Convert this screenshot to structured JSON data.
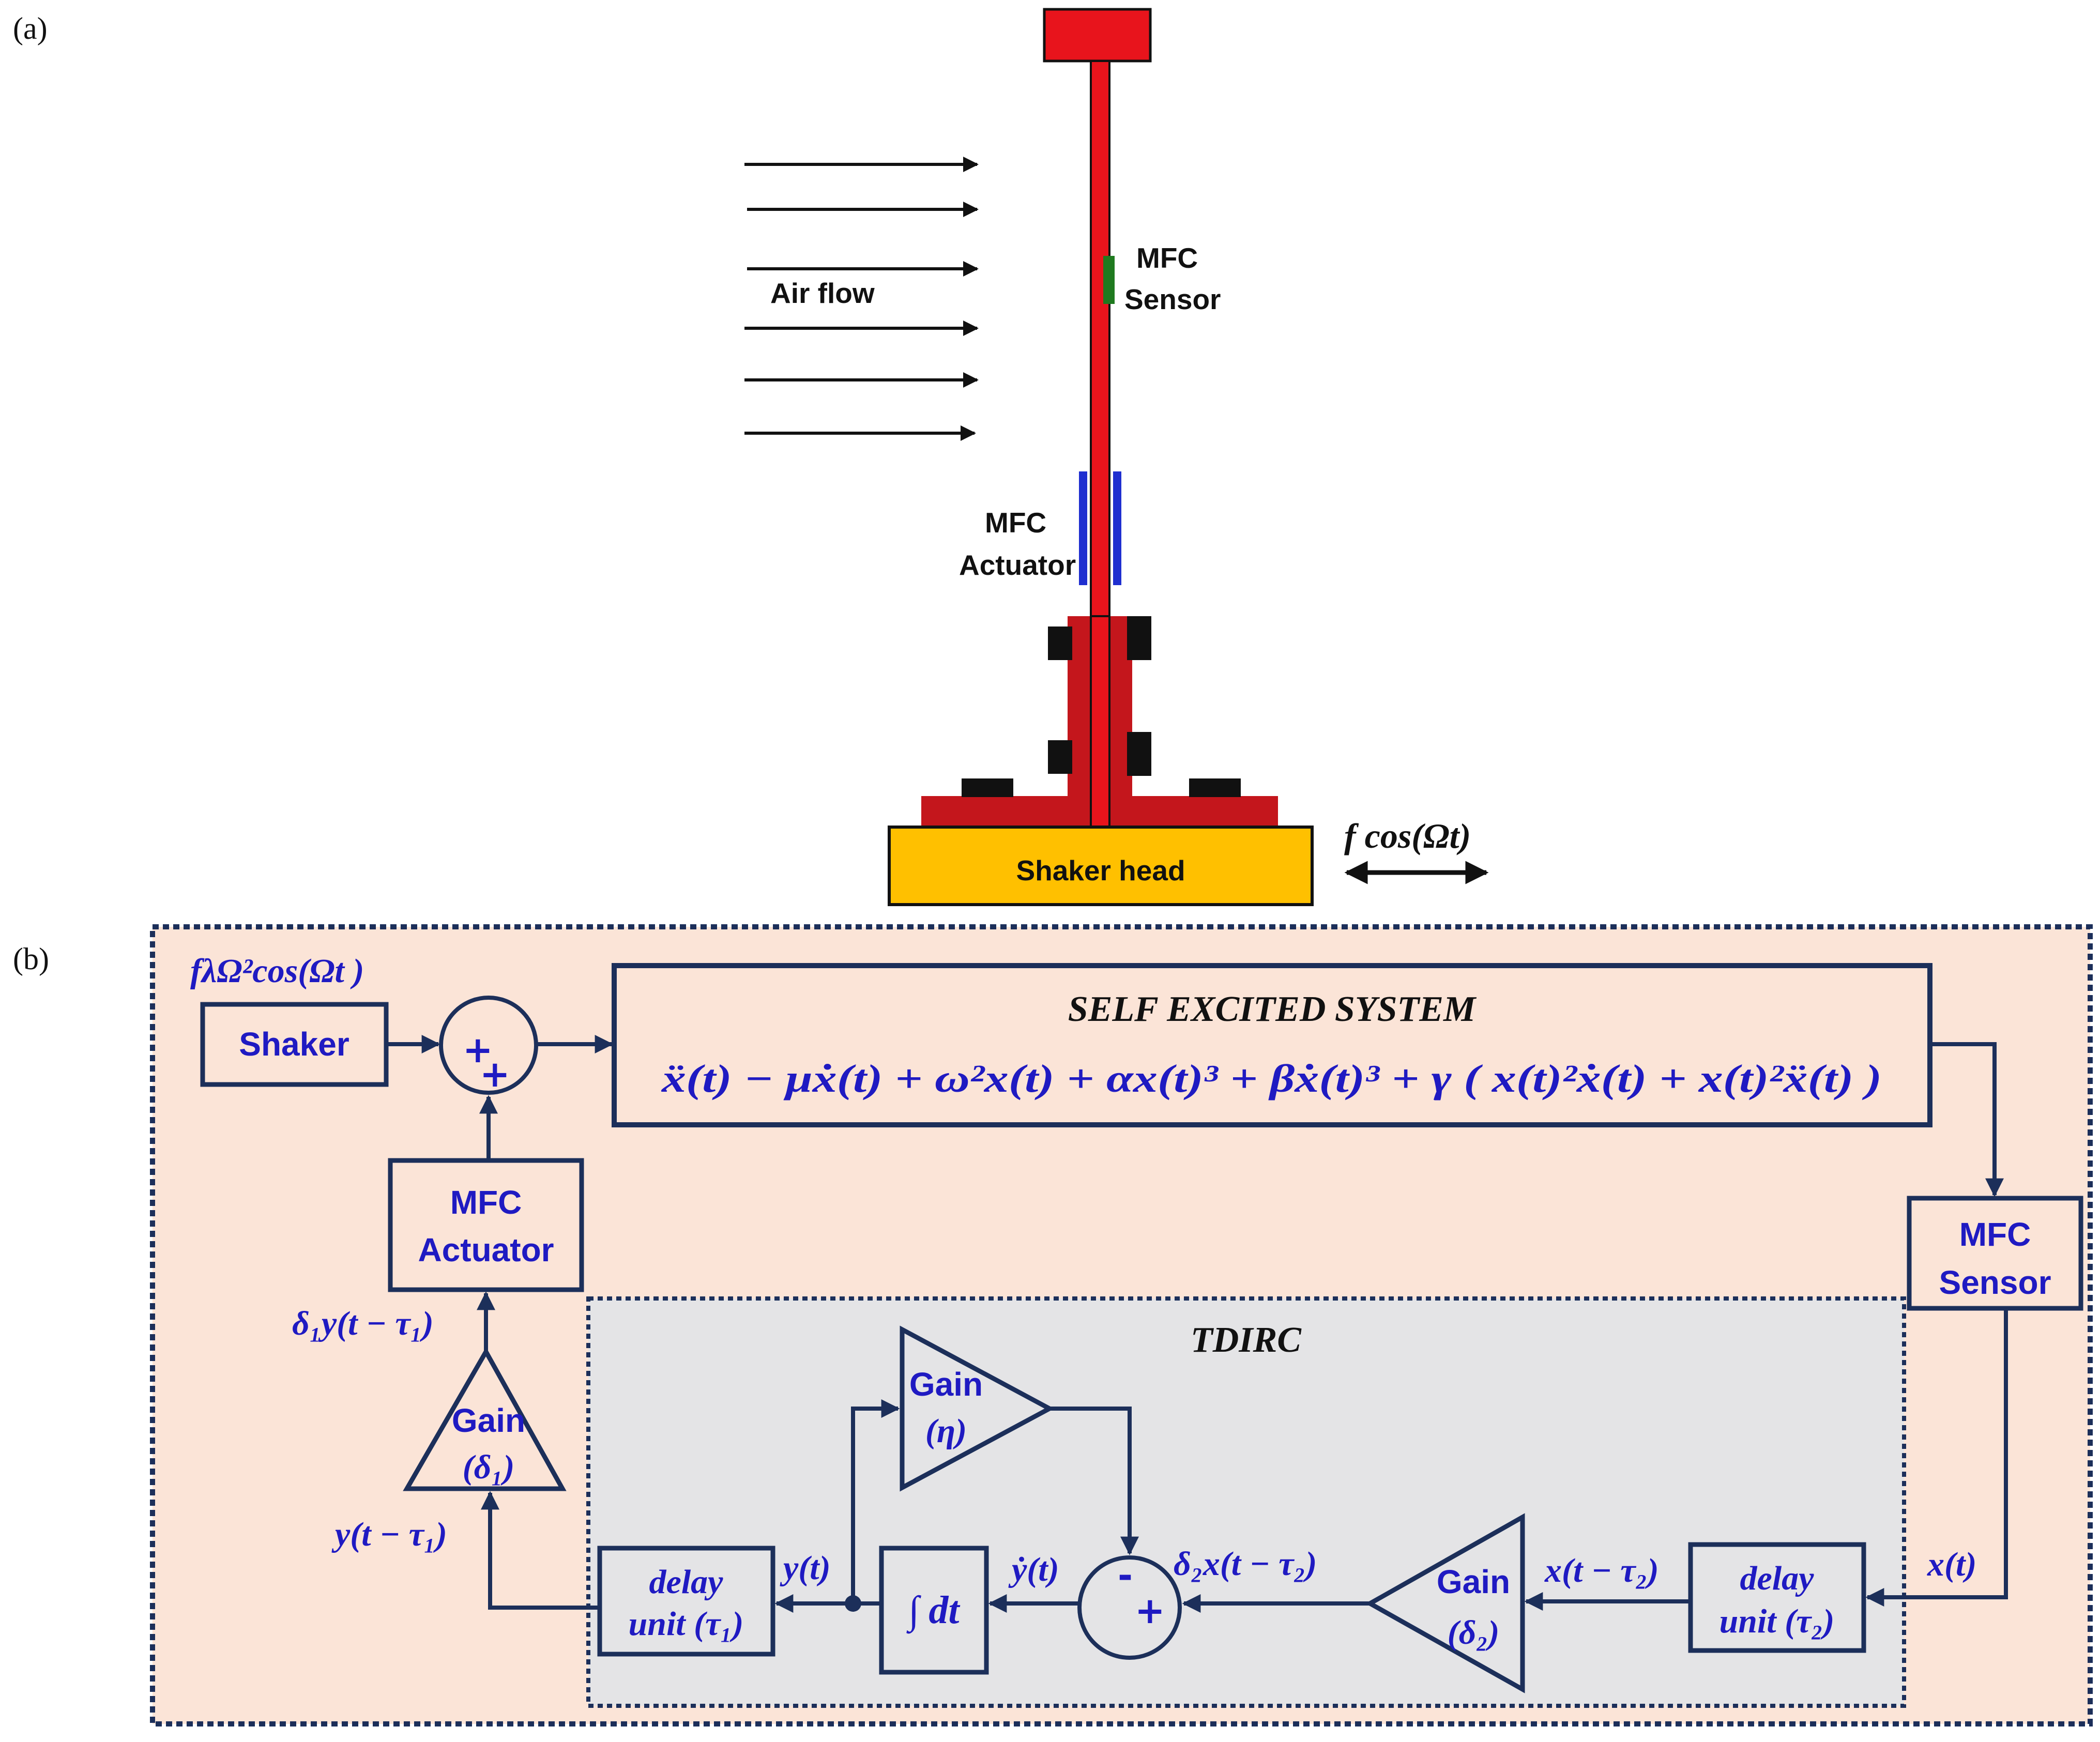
{
  "panel_a": {
    "label": "(a)",
    "air_flow": "Air flow",
    "mfc_sensor": [
      "MFC",
      "Sensor"
    ],
    "mfc_actuator": [
      "MFC",
      "Actuator"
    ],
    "shaker_head": "Shaker head",
    "excitation": "f cos(Ωt)"
  },
  "panel_b": {
    "label": "(b)",
    "input_signal": "fλΩ²cos(Ωt )",
    "shaker": "Shaker",
    "self_excited_title": "SELF EXCITED SYSTEM",
    "equation": "ẍ(t) − μẋ(t) + ω²x(t) + αx(t)³ + βẋ(t)³ + γ ( x(t)²ẋ(t) + x(t)²ẍ(t) )",
    "mfc_actuator": [
      "MFC",
      "Actuator"
    ],
    "mfc_sensor": [
      "MFC",
      "Sensor"
    ],
    "actuator_signal": "δ₁y(t − τ₁)",
    "gain1": [
      "Gain",
      "(δ₁)"
    ],
    "delayed_y": "y(t − τ₁)",
    "tdirc_title": "TDIRC",
    "gain_eta": [
      "Gain",
      "(η)"
    ],
    "delay1": [
      "delay",
      "unit (τ₁)"
    ],
    "y_t": "y(t)",
    "integrator": "∫ dt",
    "ydot_t": "ẏ(t)",
    "delta2_x": "δ₂x(t − τ₂)",
    "gain2": [
      "Gain",
      "(δ₂)"
    ],
    "x_delayed": "x(t − τ₂)",
    "delay2": [
      "delay",
      "unit (τ₂)"
    ],
    "x_t": "x(t)",
    "sum1_signs": [
      "+",
      "+"
    ],
    "sum2_signs": [
      "-",
      "+"
    ]
  },
  "colors": {
    "beam_red": "#e8141c",
    "base_red": "#c4161c",
    "sensor_green": "#1f7a1f",
    "actuator_blue": "#1f2fd0",
    "shaker_yellow": "#ffc000",
    "panel_b_bg": "#fbe4d7",
    "tdirc_bg": "#e4e4e6",
    "line_navy": "#1c2f5a",
    "text_blue": "#1f1ac2"
  }
}
